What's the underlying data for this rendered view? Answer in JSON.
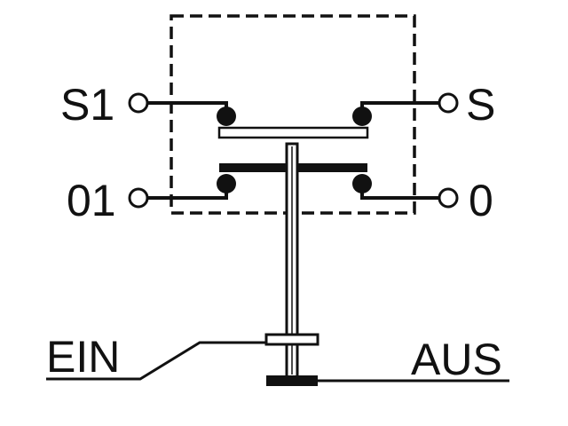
{
  "colors": {
    "line": "#111111",
    "background": "#ffffff"
  },
  "terminals": {
    "s1": "S1",
    "s": "S",
    "o1": "01",
    "o": "0"
  },
  "positions": {
    "ein": "EIN",
    "aus": "AUS"
  }
}
